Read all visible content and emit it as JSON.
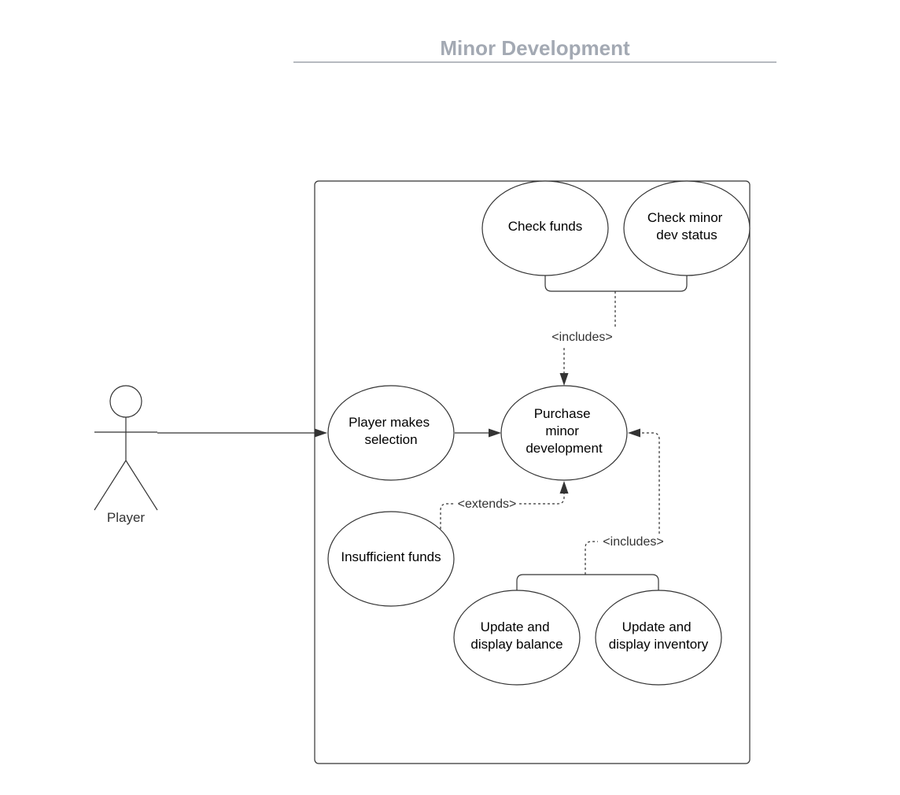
{
  "title": "Minor Development",
  "actor": {
    "label": "Player"
  },
  "use_cases": {
    "check_funds": [
      "Check funds"
    ],
    "check_minor_dev_status": [
      "Check minor",
      "dev status"
    ],
    "player_makes_selection": [
      "Player makes",
      "selection"
    ],
    "purchase_minor_development": [
      "Purchase",
      "minor",
      "development"
    ],
    "insufficient_funds": [
      "Insufficient funds"
    ],
    "update_display_balance": [
      "Update and",
      "display balance"
    ],
    "update_display_inventory": [
      "Update and",
      "display inventory"
    ]
  },
  "relations": {
    "includes_top": "<includes>",
    "extends": "<extends>",
    "includes_bottom": "<includes>"
  },
  "colors": {
    "title": "#a3a9b3",
    "line": "#333333"
  }
}
